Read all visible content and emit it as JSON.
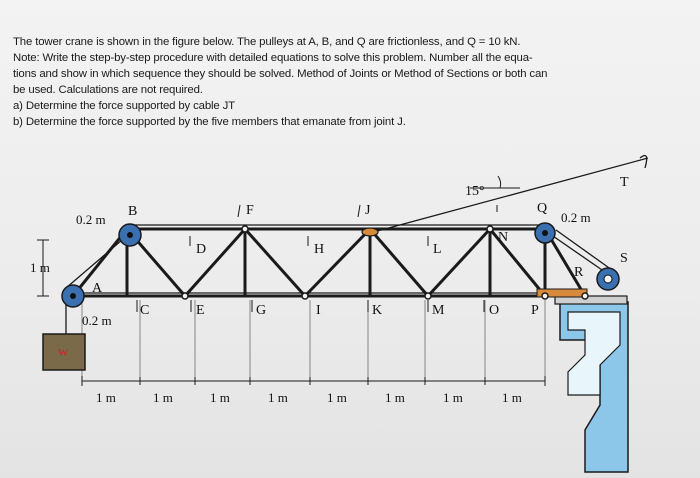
{
  "problem": {
    "lines": [
      "The tower crane is shown in the figure below. The pulleys at A, B, and Q are frictionless, and Q = 10 kN.",
      "Note: Write the step-by-step procedure with detailed equations to solve this problem. Number all the equa-",
      "tions and show in which sequence they should be solved. Method of Joints or Method of Sections or both can",
      "be used. Calculations are not required.",
      "a) Determine the force supported by cable JT",
      "b) Determine the force supported by the five members that emanate from joint J."
    ]
  },
  "figure": {
    "top_nodes": [
      "B",
      "F",
      "J",
      "Q"
    ],
    "mid_nodes": [
      "D",
      "H",
      "L",
      "N"
    ],
    "bottom_nodes": [
      "A",
      "C",
      "E",
      "G",
      "I",
      "K",
      "M",
      "O",
      "P"
    ],
    "cable_end": "T",
    "pulley_labels": [
      "R",
      "S"
    ],
    "angle_label": "15°",
    "dim_top_left": "0.2 m",
    "dim_top_right": "0.2 m",
    "dim_bottom_left": "0.2 m",
    "dim_height": "1 m",
    "spacing_labels": [
      "1 m",
      "1 m",
      "1 m",
      "1 m",
      "1 m",
      "1 m",
      "1 m",
      "1 m"
    ],
    "weight_label": "W",
    "colors": {
      "truss": "#1a1a1a",
      "pulley": "#3a6fb0",
      "weight": "#7a6a4a",
      "tower": "#8cc6e8",
      "beam_orange": "#d88a3c",
      "weight_text": "#d02020"
    }
  }
}
